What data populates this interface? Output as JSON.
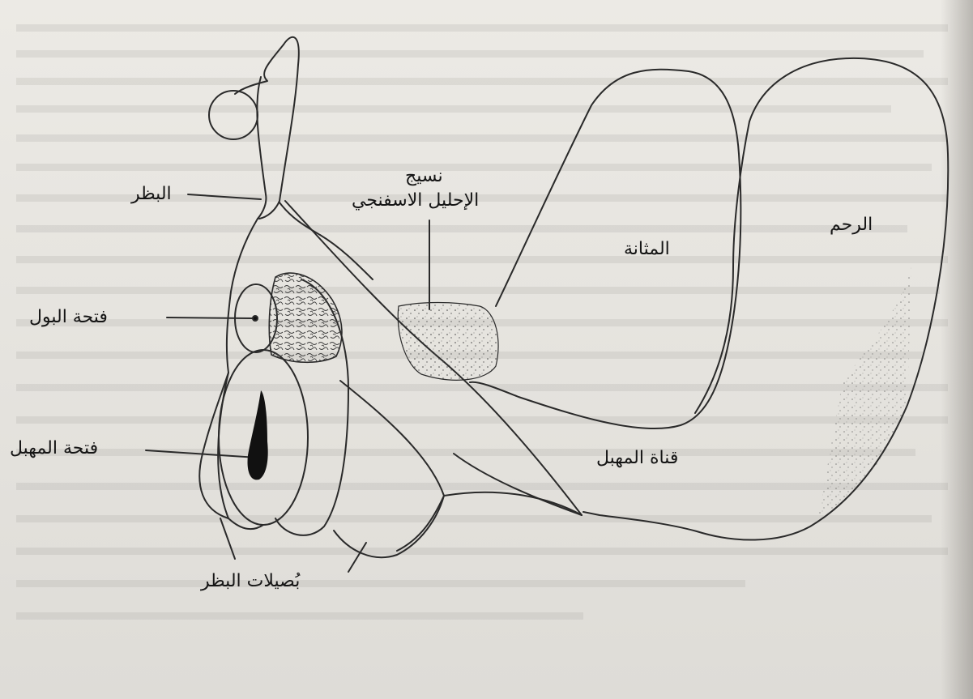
{
  "labels": {
    "clitoris": "البظر",
    "sponge_line1": "نسيج",
    "sponge_line2": "الإحليل الاسفنجي",
    "bladder": "المثانة",
    "uterus": "الرحم",
    "urethral_opening": "فتحة البول",
    "vaginal_opening": "فتحة المهبل",
    "vaginal_canal": "قناة المهبل",
    "clitoral_bulbs": "بُصيلات البظر"
  },
  "colors": {
    "background": "#e9e7e2",
    "line": "#2a2a2a",
    "text": "#151515",
    "shading": "#111111"
  }
}
